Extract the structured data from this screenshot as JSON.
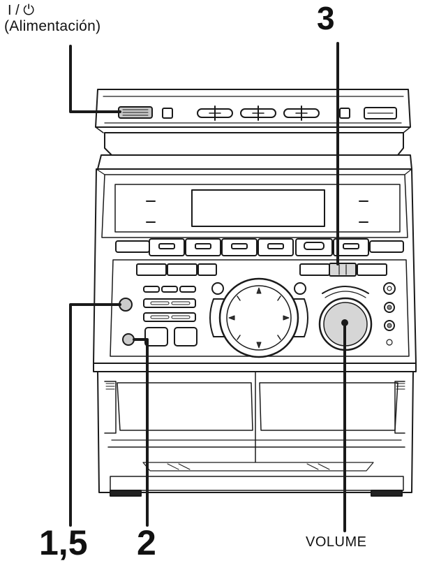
{
  "labels": {
    "power_symbol": "I / ⏻",
    "power_text": "(Alimentación)",
    "callout_3": "3",
    "callout_15": "1,5",
    "callout_2": "2",
    "volume": "VOLUME"
  },
  "colors": {
    "line": "#1a1a1a",
    "fill": "#ffffff",
    "shade": "#d8d8d8",
    "dark": "#555555"
  }
}
